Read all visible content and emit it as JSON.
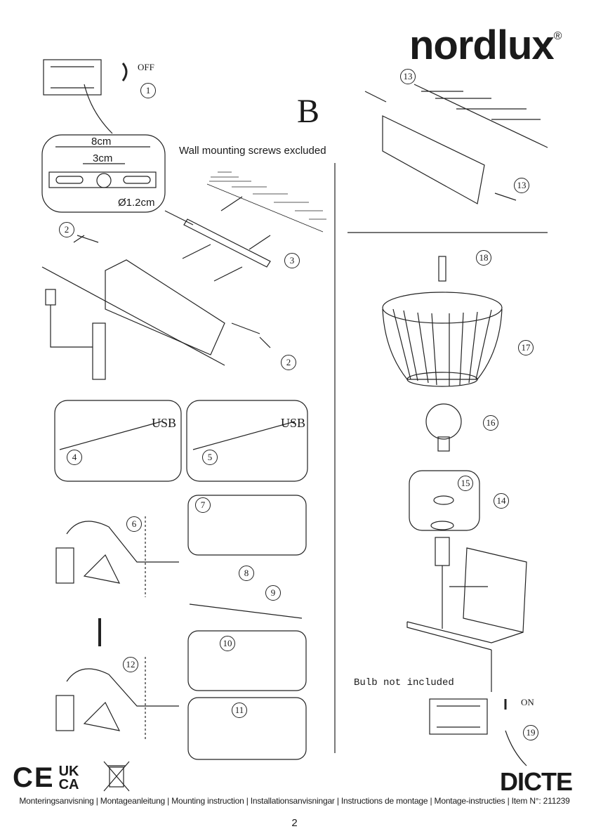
{
  "brand": {
    "name": "nordlux",
    "registered": "®"
  },
  "section": "B",
  "notes": {
    "screws": "Wall mounting screws excluded",
    "bulb": "Bulb not included",
    "off": "OFF",
    "on": "ON",
    "usb_left": "USB",
    "usb_right": "USB"
  },
  "dimensions": {
    "width_outer": "8cm",
    "width_inner": "3cm",
    "hole": "Ø1.2cm"
  },
  "steps": [
    "1",
    "2",
    "2",
    "3",
    "4",
    "5",
    "6",
    "7",
    "8",
    "9",
    "10",
    "11",
    "12",
    "13",
    "13",
    "14",
    "15",
    "16",
    "17",
    "18",
    "19"
  ],
  "certifications": {
    "ce": "CE",
    "ukca_top": "UK",
    "ukca_bottom": "CA",
    "weee": "weee-crossed-bin-icon"
  },
  "model": "DICTE",
  "footer": "Monteringsanvisning | Montageanleitung | Mounting instruction | Installationsanvisningar | Instructions de montage | Montage-instructies | Item N°: 211239",
  "page_number": "2"
}
